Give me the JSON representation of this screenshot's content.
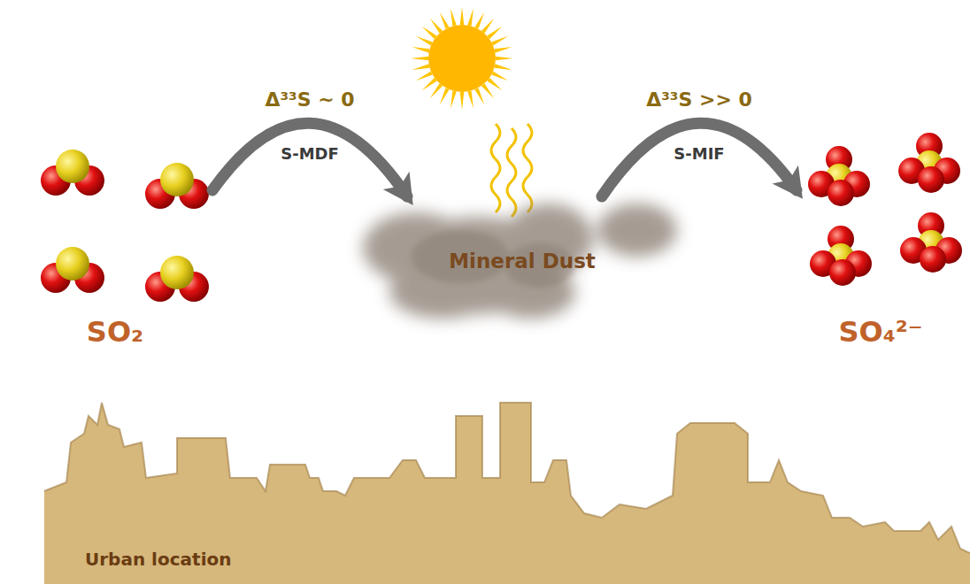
{
  "diagram": {
    "nodes": [
      {
        "text": [
          "SO₂"
        ]
      },
      {
        "text": [
          "Mineral Dust"
        ]
      },
      {
        "text": [
          "SO₄²⁻"
        ]
      },
      {
        "text": [
          "Urban location"
        ]
      }
    ],
    "edges": [
      {
        "from": 0,
        "to": 1,
        "arrow": "to",
        "label": "S-MDF"
      },
      {
        "from": 1,
        "to": 2,
        "arrow": "to",
        "label": "S-MIF"
      }
    ],
    "labels": [
      "Δ³³S ~ 0",
      "Δ³³S >> 0"
    ]
  }
}
